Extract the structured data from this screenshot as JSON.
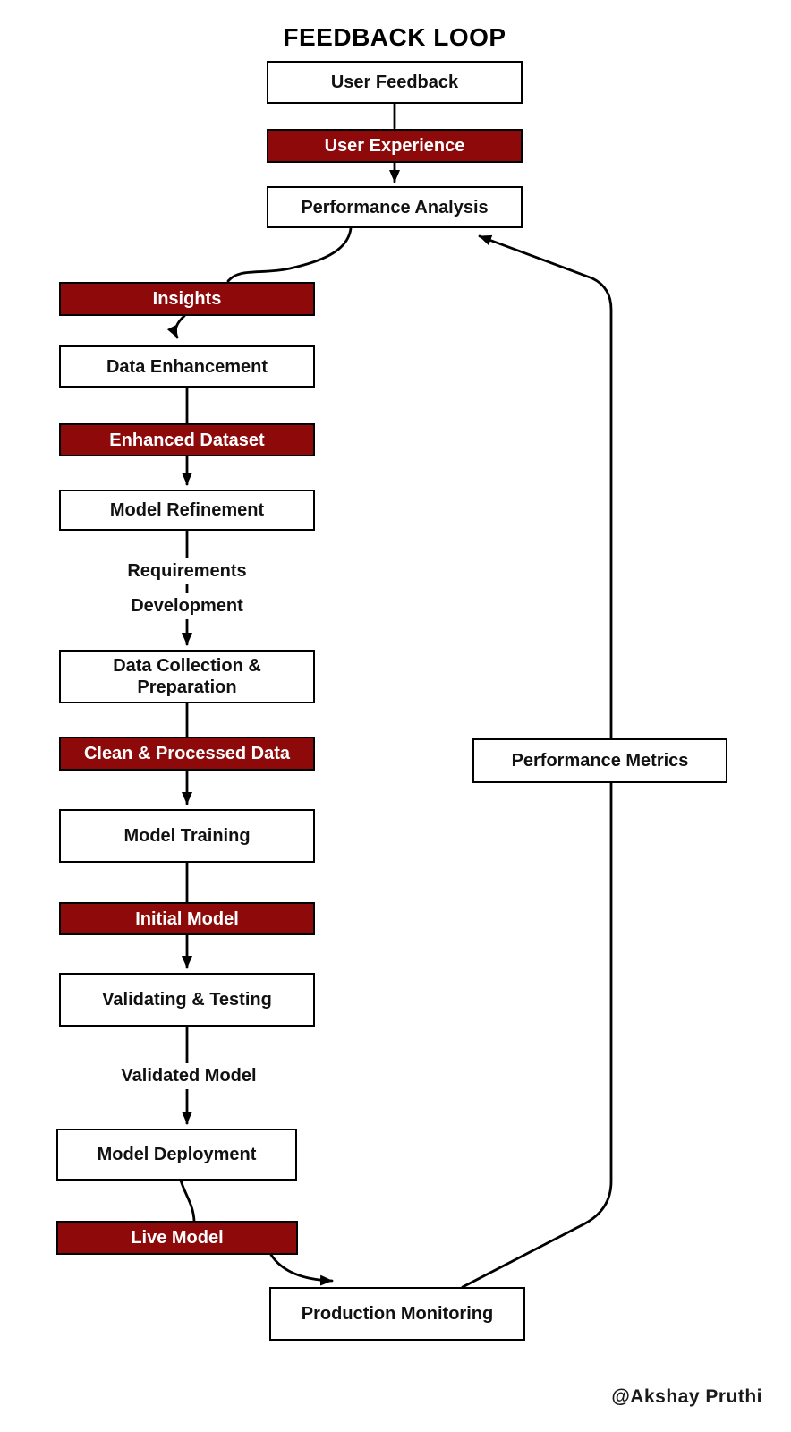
{
  "title": "FEEDBACK LOOP",
  "credit": "@Akshay Pruthi",
  "colors": {
    "node_fill": "#FFFFFF",
    "node_border": "#000000",
    "artifact_fill": "#8E0909",
    "artifact_text": "#FFFFFF",
    "line": "#000000",
    "text": "#111111",
    "background": "#FFFFFF"
  },
  "nodes": [
    {
      "id": "user_feedback",
      "label": "User Feedback",
      "kind": "process"
    },
    {
      "id": "user_experience",
      "label": "User Experience",
      "kind": "artifact"
    },
    {
      "id": "performance_analysis",
      "label": "Performance Analysis",
      "kind": "process"
    },
    {
      "id": "insights",
      "label": "Insights",
      "kind": "artifact"
    },
    {
      "id": "data_enhancement",
      "label": "Data Enhancement",
      "kind": "process"
    },
    {
      "id": "enhanced_dataset",
      "label": "Enhanced Dataset",
      "kind": "artifact"
    },
    {
      "id": "model_refinement",
      "label": "Model Refinement",
      "kind": "process"
    },
    {
      "id": "data_collection",
      "label": "Data Collection & Preparation",
      "kind": "process"
    },
    {
      "id": "clean_processed_data",
      "label": "Clean & Processed Data",
      "kind": "artifact"
    },
    {
      "id": "model_training",
      "label": "Model Training",
      "kind": "process"
    },
    {
      "id": "initial_model",
      "label": "Initial Model",
      "kind": "artifact"
    },
    {
      "id": "validating_testing",
      "label": "Validating & Testing",
      "kind": "process"
    },
    {
      "id": "model_deployment",
      "label": "Model Deployment",
      "kind": "process"
    },
    {
      "id": "live_model",
      "label": "Live Model",
      "kind": "artifact"
    },
    {
      "id": "production_monitoring",
      "label": "Production Monitoring",
      "kind": "process"
    },
    {
      "id": "performance_metrics",
      "label": "Performance Metrics",
      "kind": "process"
    }
  ],
  "edge_labels": {
    "requirements": "Requirements",
    "development": "Development",
    "validated_model": "Validated Model"
  },
  "edges": [
    {
      "from": "User Feedback",
      "to": "User Experience",
      "arrow": false
    },
    {
      "from": "User Experience",
      "to": "Performance Analysis",
      "arrow": true
    },
    {
      "from": "Performance Analysis",
      "to": "Insights",
      "arrow": false
    },
    {
      "from": "Insights",
      "to": "Data Enhancement",
      "arrow": true
    },
    {
      "from": "Data Enhancement",
      "to": "Enhanced Dataset",
      "arrow": false
    },
    {
      "from": "Enhanced Dataset",
      "to": "Model Refinement",
      "arrow": true
    },
    {
      "from": "Model Refinement",
      "to": "Data Collection & Preparation",
      "arrow": true,
      "labels": [
        "Requirements",
        "Development"
      ]
    },
    {
      "from": "Data Collection & Preparation",
      "to": "Clean & Processed Data",
      "arrow": false
    },
    {
      "from": "Clean & Processed Data",
      "to": "Model Training",
      "arrow": true
    },
    {
      "from": "Model Training",
      "to": "Initial Model",
      "arrow": false
    },
    {
      "from": "Initial Model",
      "to": "Validating & Testing",
      "arrow": true
    },
    {
      "from": "Validating & Testing",
      "to": "Model Deployment",
      "arrow": true,
      "labels": [
        "Validated Model"
      ]
    },
    {
      "from": "Model Deployment",
      "to": "Live Model",
      "arrow": false
    },
    {
      "from": "Live Model",
      "to": "Production Monitoring",
      "arrow": true
    },
    {
      "from": "Production Monitoring",
      "to": "Performance Analysis",
      "arrow": true,
      "labels": [
        "Performance Metrics"
      ]
    }
  ]
}
